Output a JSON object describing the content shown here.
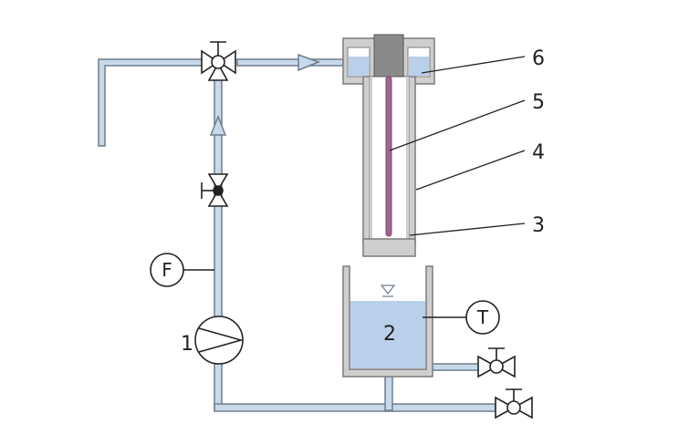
{
  "colors": {
    "pipe_fill": "#c9d9ec",
    "pipe_stroke": "#6f7d8c",
    "water": "#b9cfea",
    "metal": "#cfcfcf",
    "metal_stroke": "#7b7b7b",
    "cap": "#8a8a8a",
    "rod": "#a2638f",
    "ink": "#222222"
  },
  "labels": {
    "pump": "1",
    "tank": "2",
    "column_bottom": "3",
    "outer_tube": "4",
    "heater_rod": "5",
    "top_reservoir": "6"
  },
  "instruments": {
    "flow": "F",
    "temperature": "T"
  },
  "icons": {
    "pump": "pump-icon",
    "three_way_valve": "three-way-valve-icon",
    "gate_valve": "gate-valve-icon",
    "flow_arrow": "arrow-icon",
    "water_level": "water-level-icon"
  }
}
